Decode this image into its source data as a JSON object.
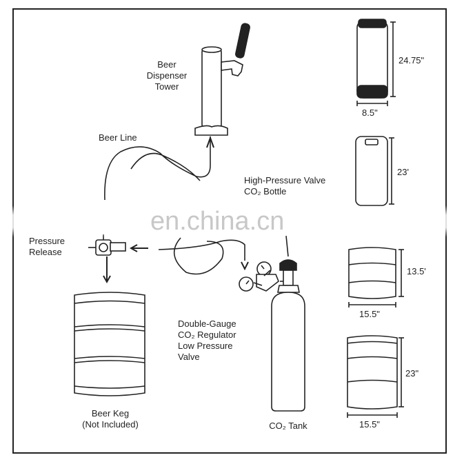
{
  "labels": {
    "tower": [
      "Beer",
      "Dispenser",
      "Tower"
    ],
    "beer_line": "Beer Line",
    "hp_valve": [
      "High-Pressure Valve",
      "CO₂ Bottle"
    ],
    "pressure_release": [
      "Pressure",
      "Release"
    ],
    "regulator": [
      "Double-Gauge",
      "CO₂ Regulator",
      "Low Pressure",
      "Valve"
    ],
    "keg": [
      "Beer Keg",
      "(Not Included)"
    ],
    "co2_tank": "CO₂ Tank"
  },
  "dimensions": {
    "keg1_height": "24.75\"",
    "keg1_width": "8.5\"",
    "keg2_height": "23'",
    "keg3_height": "13.5'",
    "keg3_width": "15.5\"",
    "keg4_height": "23\"",
    "keg4_width": "15.5\""
  },
  "watermark": "en.china.cn"
}
